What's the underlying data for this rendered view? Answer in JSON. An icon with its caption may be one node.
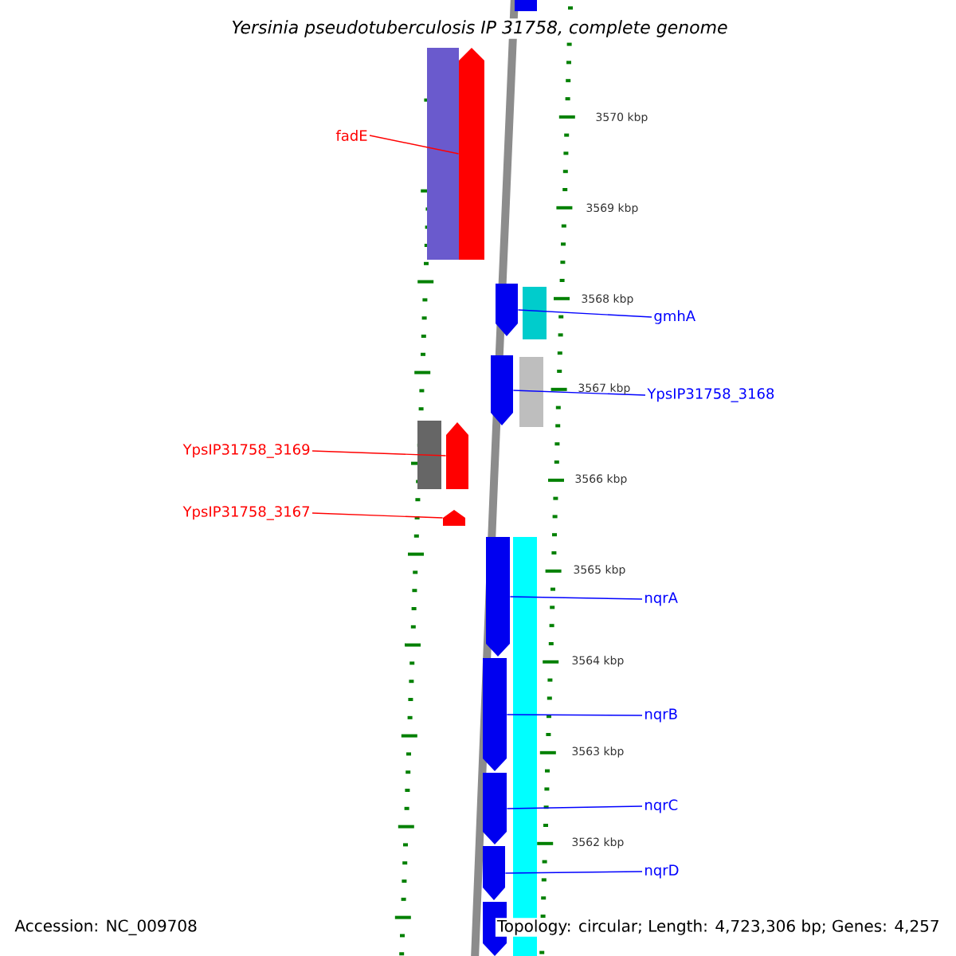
{
  "diagram": {
    "title": "Yersinia pseudotuberculosis IP 31758, complete genome",
    "nodes": [
      {
        "text": [
          "fadE"
        ]
      },
      {
        "text": [
          "YpsIP31758_3169"
        ]
      },
      {
        "text": [
          "YpsIP31758_3167"
        ]
      },
      {
        "text": [
          "gmhA"
        ]
      },
      {
        "text": [
          "YpsIP31758_3168"
        ]
      },
      {
        "text": [
          "nqrA"
        ]
      },
      {
        "text": [
          "nqrB"
        ]
      },
      {
        "text": [
          "nqrC"
        ]
      },
      {
        "text": [
          "nqrD"
        ]
      },
      {
        "text": [],
        "shape": "bar"
      },
      {
        "text": [],
        "shape": "bar"
      },
      {
        "text": [],
        "shape": "pentagon"
      },
      {
        "text": [],
        "shape": "pentagon"
      },
      {
        "text": [],
        "shape": "bar"
      },
      {
        "text": [],
        "shape": "pentagon"
      },
      {
        "text": [],
        "shape": "bar"
      },
      {
        "text": [],
        "shape": "bar"
      },
      {
        "text": [],
        "shape": "pentagon"
      },
      {
        "text": [],
        "shape": "pentagon"
      },
      {
        "text": [],
        "shape": "pentagon"
      },
      {
        "text": [],
        "shape": "pentagon"
      },
      {
        "text": [],
        "shape": "pentagon"
      },
      {
        "text": [],
        "shape": "pentagon"
      },
      {
        "text": [],
        "shape": "pentagon"
      },
      {
        "text": [],
        "shape": "bar"
      }
    ],
    "edges": [
      {
        "from": 0,
        "to": 11,
        "arrow": "none",
        "color": "#ff0000"
      },
      {
        "from": 1,
        "to": 17,
        "arrow": "none",
        "color": "#ff0000"
      },
      {
        "from": 2,
        "to": 18,
        "arrow": "none",
        "color": "#ff0000"
      },
      {
        "from": 3,
        "to": 12,
        "arrow": "none"
      },
      {
        "from": 4,
        "to": 14,
        "arrow": "none"
      },
      {
        "from": 5,
        "to": 19,
        "arrow": "none"
      },
      {
        "from": 6,
        "to": 20,
        "arrow": "none"
      },
      {
        "from": 7,
        "to": 21,
        "arrow": "none"
      },
      {
        "from": 8,
        "to": 22,
        "arrow": "none"
      }
    ],
    "labels": [
      "3570 kbp",
      "3569 kbp",
      "3568 kbp",
      "3567 kbp",
      "3566 kbp",
      "3565 kbp",
      "3564 kbp",
      "3563 kbp",
      "3562 kbp",
      "Accession: NC_009708",
      "Topology: circular; Length: 4,723,306 bp; Genes: 4,257"
    ]
  }
}
